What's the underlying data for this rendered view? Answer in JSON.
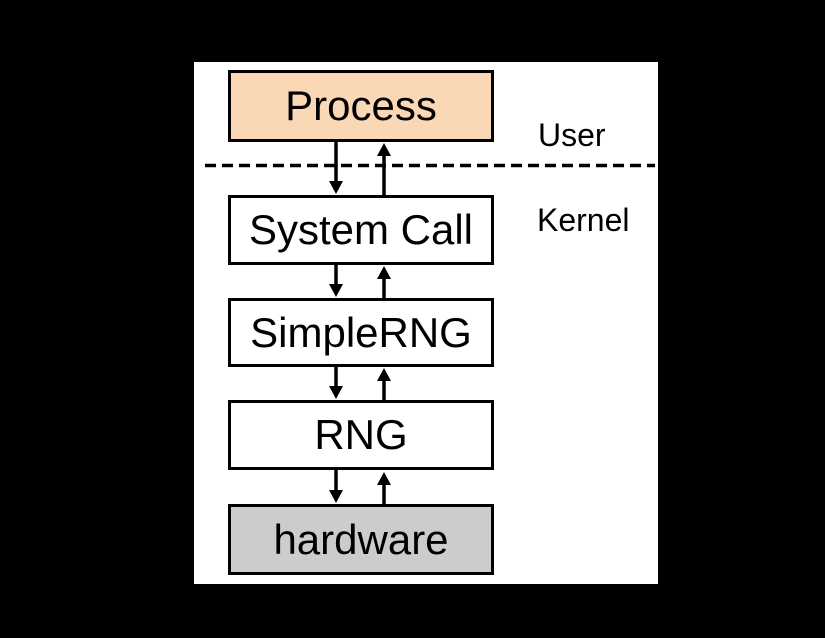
{
  "diagram": {
    "region_labels": {
      "user": "User",
      "kernel": "Kernel"
    },
    "boxes": [
      {
        "id": "process",
        "label": "Process",
        "fill": "#FAD8B6",
        "zone": "user"
      },
      {
        "id": "system-call",
        "label": "System Call",
        "fill": "#FFFFFF",
        "zone": "kernel"
      },
      {
        "id": "simple-rng",
        "label": "SimpleRNG",
        "fill": "#FFFFFF",
        "zone": "kernel"
      },
      {
        "id": "rng",
        "label": "RNG",
        "fill": "#FFFFFF",
        "zone": "kernel"
      },
      {
        "id": "hardware",
        "label": "hardware",
        "fill": "#CCCCCC",
        "zone": "kernel"
      }
    ],
    "connections": [
      {
        "from": "Process",
        "to": "System Call",
        "type": "bidirectional-arrows"
      },
      {
        "from": "System Call",
        "to": "SimpleRNG",
        "type": "bidirectional-arrows"
      },
      {
        "from": "SimpleRNG",
        "to": "RNG",
        "type": "bidirectional-arrows"
      },
      {
        "from": "RNG",
        "to": "hardware",
        "type": "bidirectional-arrows"
      }
    ],
    "divider": {
      "style": "dashed",
      "separates": "User / Kernel"
    },
    "colors": {
      "background": "#000000",
      "panel": "#FFFFFF",
      "border": "#000000",
      "text": "#000000",
      "process_fill": "#FAD8B6",
      "hardware_fill": "#CCCCCC"
    }
  }
}
